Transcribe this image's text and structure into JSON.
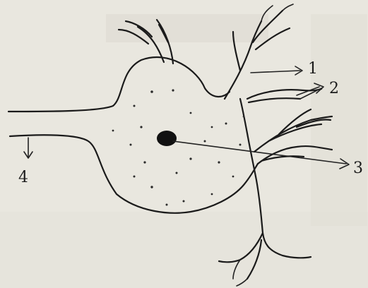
{
  "diagram": {
    "labels": [
      {
        "id": "1",
        "text": "1"
      },
      {
        "id": "2",
        "text": "2"
      },
      {
        "id": "3",
        "text": "3"
      },
      {
        "id": "4",
        "text": "4"
      }
    ]
  },
  "colors": {
    "paper": "#e9e7df",
    "ink": "#1b1b1b"
  }
}
